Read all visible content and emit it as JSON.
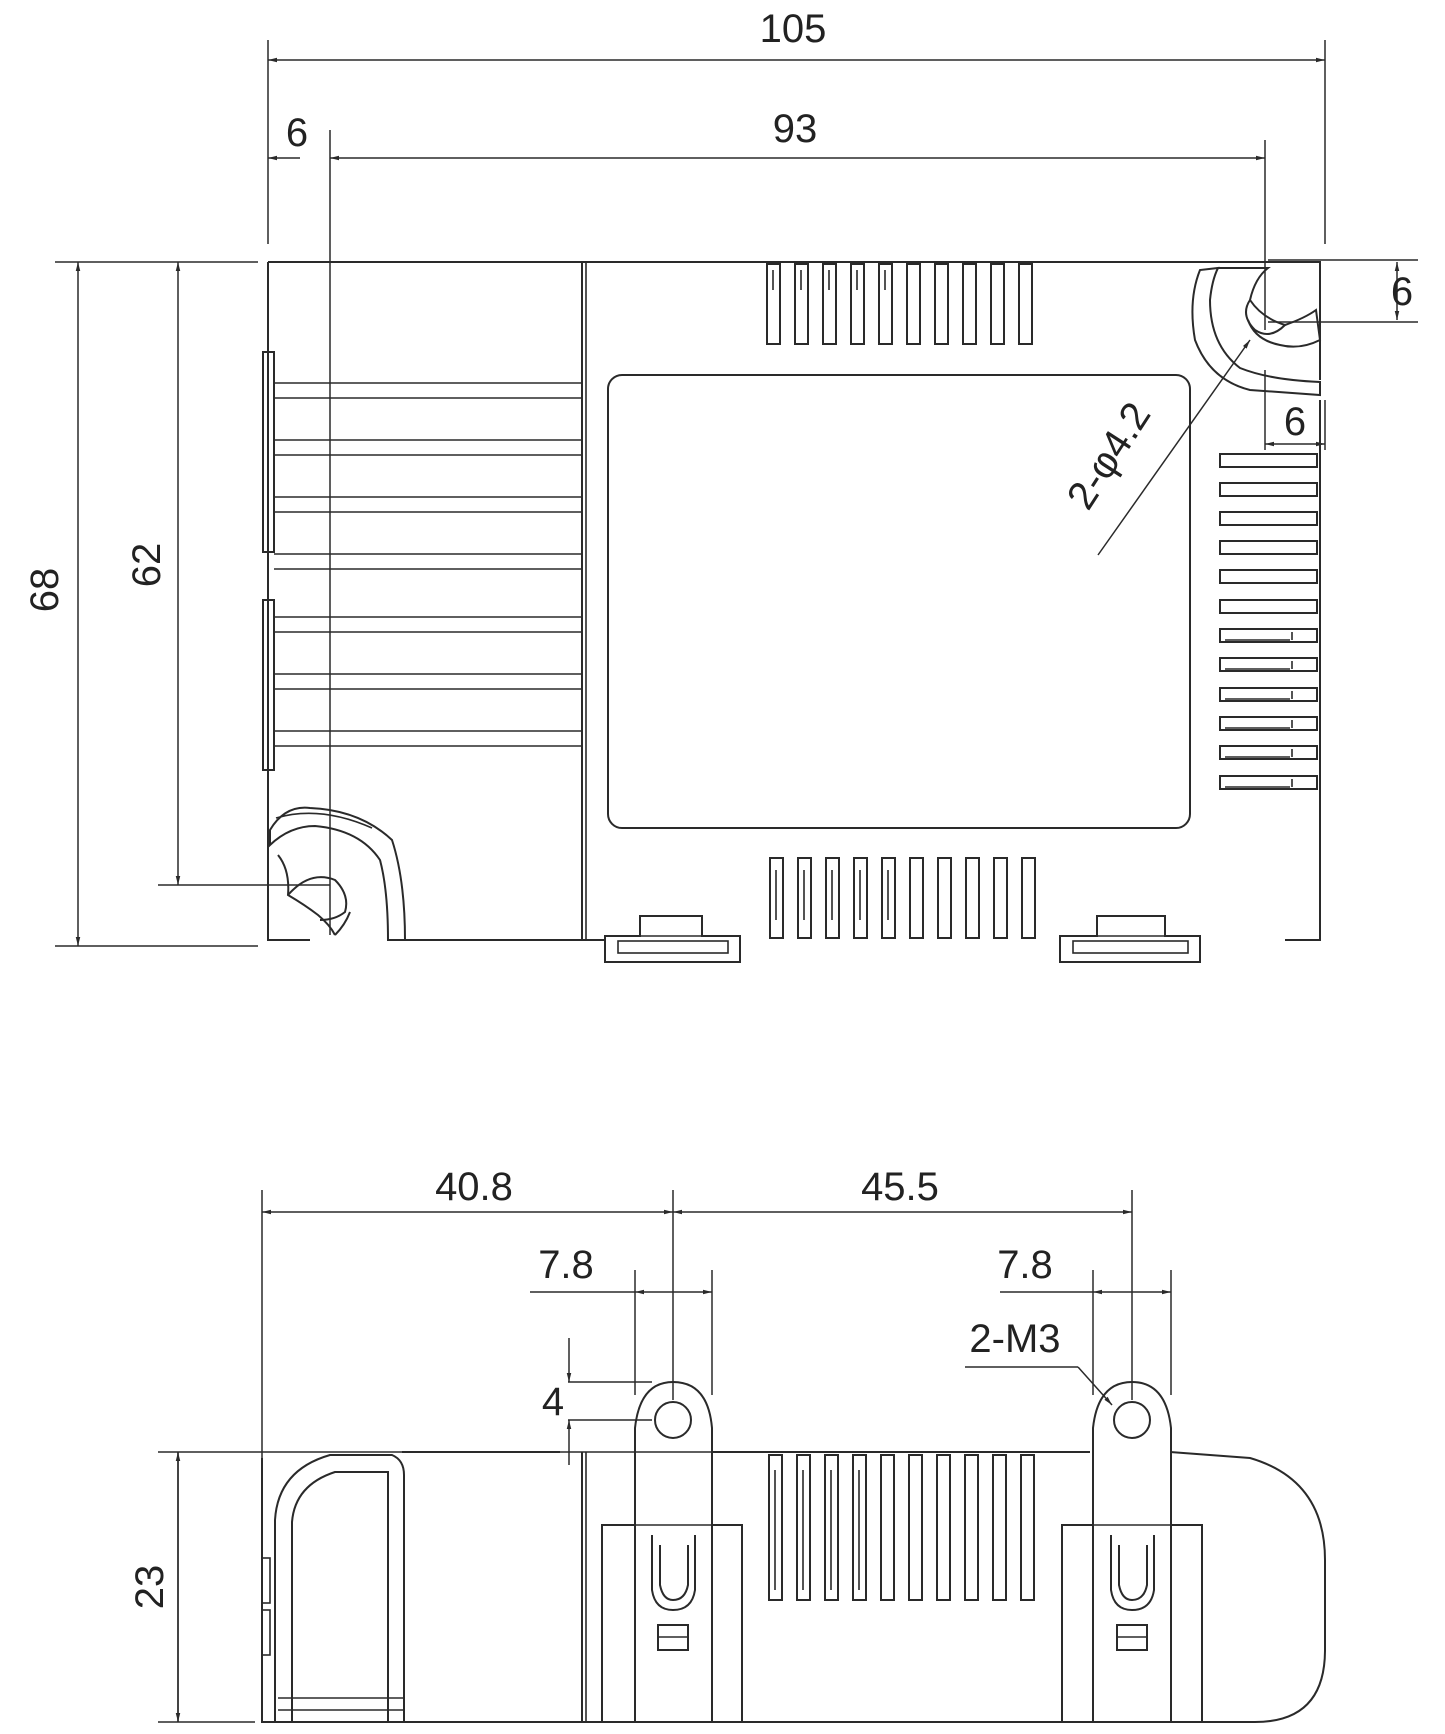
{
  "top_view": {
    "dimensions": {
      "overall_width": "105",
      "hole_spacing": "93",
      "left_offset": "6",
      "right_top_offset": "6",
      "right_side_offset": "6",
      "overall_height": "68",
      "hole_height": "62",
      "hole_callout": "2-φ4.2"
    }
  },
  "side_view": {
    "dimensions": {
      "left_to_tab": "40.8",
      "tab_to_tab": "45.5",
      "tab_width_left": "7.8",
      "tab_width_right": "7.8",
      "tab_hole_offset": "4",
      "screw_callout": "2-M3",
      "height": "23"
    }
  }
}
